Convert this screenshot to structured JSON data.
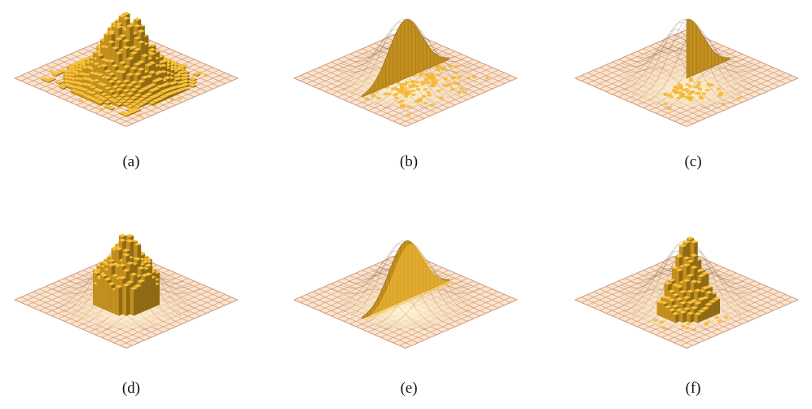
{
  "figure": {
    "panels": [
      {
        "id": "a",
        "caption": "(a)",
        "surface": false,
        "mode": "histogram-full"
      },
      {
        "id": "b",
        "caption": "(b)",
        "surface": true,
        "mode": "slice-half-scatter"
      },
      {
        "id": "c",
        "caption": "(c)",
        "surface": true,
        "mode": "slice-quarter-scatter"
      },
      {
        "id": "d",
        "caption": "(d)",
        "surface": true,
        "mode": "histogram-core"
      },
      {
        "id": "e",
        "caption": "(e)",
        "surface": true,
        "mode": "slice-half-solid"
      },
      {
        "id": "f",
        "caption": "(f)",
        "surface": true,
        "mode": "slice-quarter-cubes"
      }
    ],
    "colors": {
      "grid_fill": "#fbe3cc",
      "grid_line": "#c89274",
      "bar_top": "#f7c13a",
      "bar_side": "#c38f1e",
      "bar_dark": "#8e6a14",
      "scatter": "#f6b630",
      "surface_hi": "#fff6d8",
      "surface_lo": "#f3cfa6"
    }
  }
}
